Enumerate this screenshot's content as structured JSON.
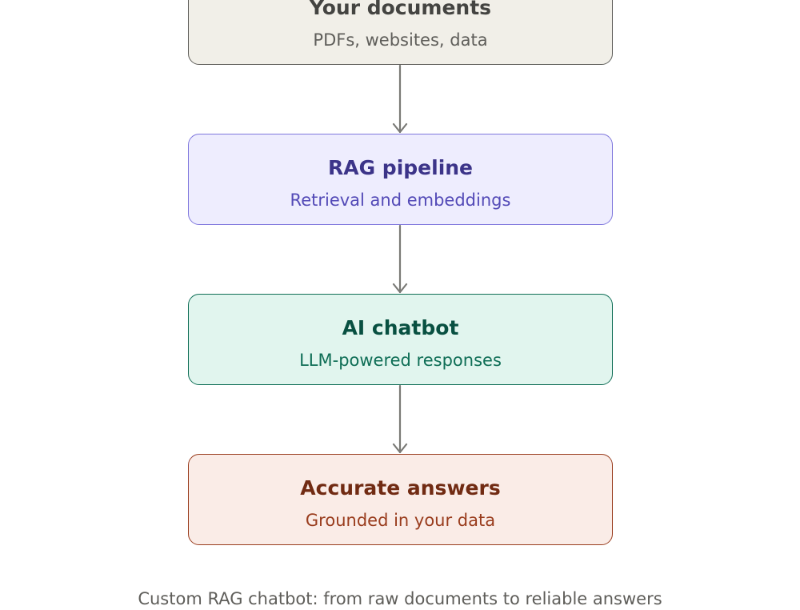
{
  "nodes": [
    {
      "title": "Your documents",
      "subtitle": "PDFs, websites, data"
    },
    {
      "title": "RAG pipeline",
      "subtitle": "Retrieval and embeddings"
    },
    {
      "title": "AI chatbot",
      "subtitle": "LLM-powered responses"
    },
    {
      "title": "Accurate answers",
      "subtitle": "Grounded in your data"
    }
  ],
  "caption": "Custom RAG chatbot: from raw documents to reliable answers"
}
